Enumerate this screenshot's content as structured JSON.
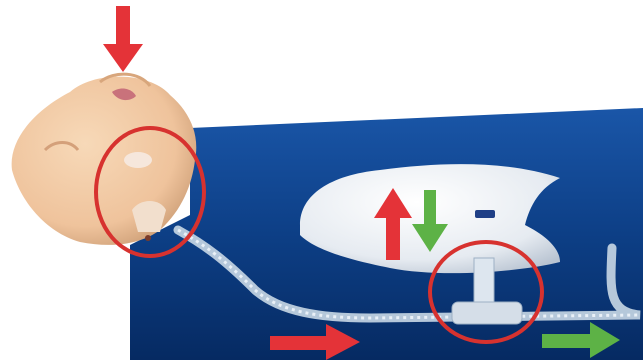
{
  "colors": {
    "background": "#ffffff",
    "panel_blue": "#0d3f86",
    "panel_blue_dark": "#062a62",
    "mannequin_skin": "#f0c8a2",
    "mannequin_shadow": "#c99a72",
    "bag_white": "#eef2f6",
    "tube_clear": "#c9d8e6",
    "red_arrow": "#e43338",
    "green_arrow": "#5db246",
    "highlight_circle": "#d7322f"
  },
  "scene": {
    "description_elements": [
      "mannequin-head",
      "breathing-tube",
      "reservoir-bag",
      "valve-assembly"
    ],
    "arrows": [
      {
        "name": "airflow-down-arrow",
        "color": "red",
        "direction": "down"
      },
      {
        "name": "airflow-right-arrow",
        "color": "red",
        "direction": "right"
      },
      {
        "name": "bag-up-arrow",
        "color": "red",
        "direction": "up"
      },
      {
        "name": "bag-down-arrow",
        "color": "green",
        "direction": "down"
      },
      {
        "name": "exhaust-right-arrow",
        "color": "green",
        "direction": "right"
      }
    ],
    "highlights": [
      {
        "name": "mouthpiece-highlight-circle"
      },
      {
        "name": "valve-highlight-circle"
      }
    ]
  }
}
